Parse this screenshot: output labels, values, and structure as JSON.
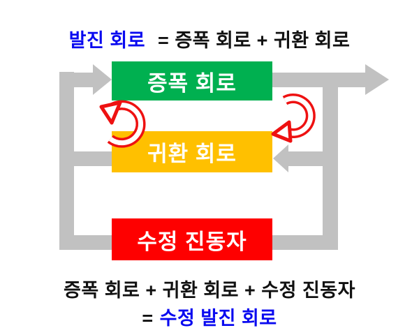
{
  "diagram": {
    "title": {
      "highlight": "발진 회로",
      "rest": "= 증폭 회로 + 귀환 회로"
    },
    "boxes": [
      {
        "id": "amplifier",
        "label": "증폭 회로",
        "color": "#00b050"
      },
      {
        "id": "feedback",
        "label": "귀환 회로",
        "color": "#ffc000"
      },
      {
        "id": "crystal",
        "label": "수정 진동자",
        "color": "#fe0000"
      }
    ],
    "footer": {
      "line1": "증폭 회로 + 귀환 회로 + 수정 진동자",
      "line2_prefix": "=",
      "line2_highlight": "수정 발진 회로"
    },
    "colors": {
      "accent_blue": "#0a0af0",
      "arrow_gray": "#c1c1c1",
      "cycle_red": "#ee1111",
      "text_black": "#111111"
    }
  }
}
